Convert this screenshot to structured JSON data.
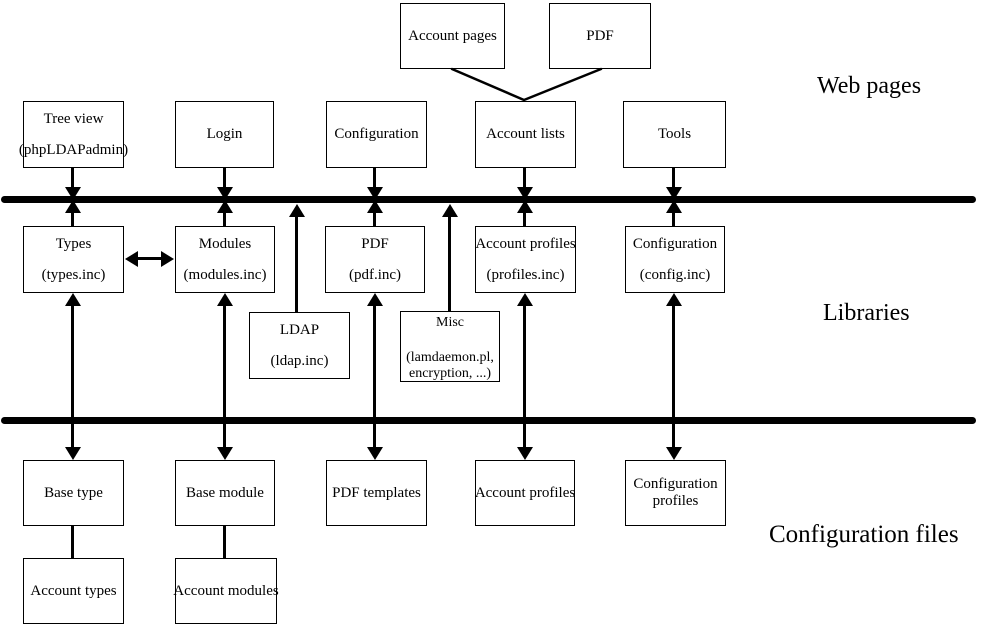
{
  "diagram": {
    "section_labels": {
      "web_pages": "Web pages",
      "libraries": "Libraries",
      "config_files": "Configuration files"
    },
    "colors": {
      "line": "#000000",
      "background": "#ffffff"
    },
    "boxes": {
      "account_pages": {
        "line1": "Account pages"
      },
      "pdf_top": {
        "line1": "PDF"
      },
      "tree_view": {
        "line1": "Tree view",
        "line2": "(phpLDAPadmin)"
      },
      "login": {
        "line1": "Login"
      },
      "configuration_web": {
        "line1": "Configuration"
      },
      "account_lists": {
        "line1": "Account lists"
      },
      "tools": {
        "line1": "Tools"
      },
      "types": {
        "line1": "Types",
        "line2": "(types.inc)"
      },
      "modules": {
        "line1": "Modules",
        "line2": "(modules.inc)"
      },
      "pdf_lib": {
        "line1": "PDF",
        "line2": "(pdf.inc)"
      },
      "account_profiles_lib": {
        "line1": "Account profiles",
        "line2": "(profiles.inc)"
      },
      "configuration_lib": {
        "line1": "Configuration",
        "line2": "(config.inc)"
      },
      "ldap": {
        "line1": "LDAP",
        "line2": "(ldap.inc)"
      },
      "misc": {
        "line1": "Misc",
        "line2": "(lamdaemon.pl,",
        "line3": "encryption, ...)"
      },
      "base_type": {
        "line1": "Base type"
      },
      "base_module": {
        "line1": "Base module"
      },
      "pdf_templates": {
        "line1": "PDF templates"
      },
      "account_profiles_file": {
        "line1": "Account profiles"
      },
      "configuration_profiles": {
        "line1": "Configuration",
        "line2": "profiles"
      },
      "account_types": {
        "line1": "Account types"
      },
      "account_modules": {
        "line1": "Account modules"
      }
    }
  }
}
